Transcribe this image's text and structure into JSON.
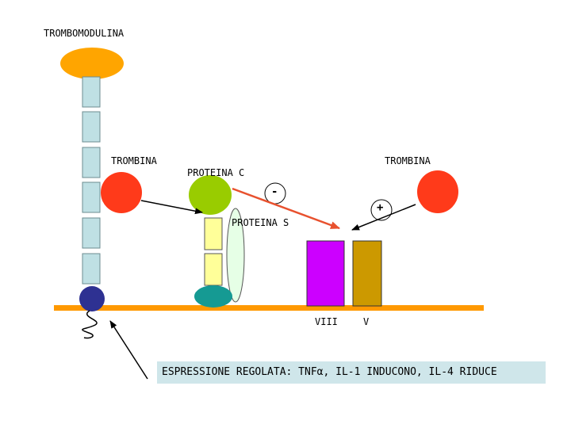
{
  "labels": {
    "thrombomodulin": "TROMBOMODULINA",
    "thrombin_left": "TROMBINA",
    "thrombin_right": "TROMBINA",
    "protein_c": "PROTEINA C",
    "protein_s": "PROTEINA S",
    "minus": "-",
    "plus": "+",
    "factor_viii": "VIII",
    "factor_v": "V",
    "expression_note": "ESPRESSIONE REGOLATA: TNFα, IL-1 INDUCONO, IL-4 RIDUCE"
  },
  "colors": {
    "thrombomodulin_head": "#ffa500",
    "domain_box": "#bfe0e4",
    "thrombin": "#ff3a1a",
    "protein_c": "#99cc00",
    "protein_s_boxes": "#ffff99",
    "protein_s_oval": "#e6ffe6",
    "teal_oval": "#159a93",
    "anchor_circle": "#2e3192",
    "membrane": "#ff9900",
    "factor_viii": "#cc00ff",
    "factor_v": "#cc9900",
    "inhibition_arrow": "#e8512e",
    "note_box": "#cfe6ea"
  }
}
